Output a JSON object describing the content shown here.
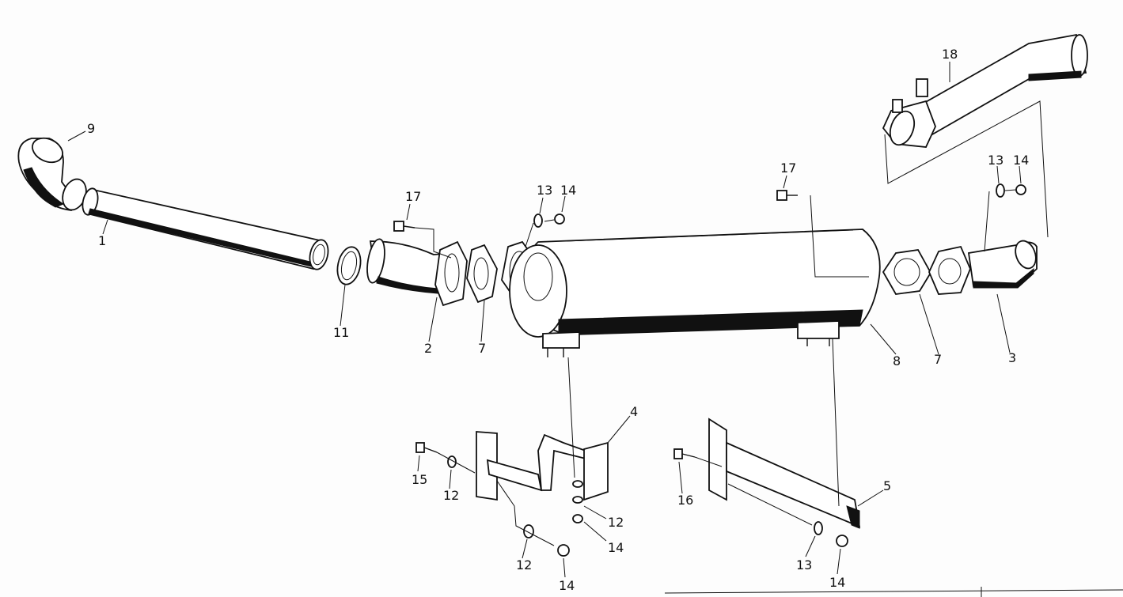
{
  "diagram": {
    "labels": {
      "l1": "1",
      "l2": "2",
      "l3": "3",
      "l4": "4",
      "l5": "5",
      "l7a": "7",
      "l7b": "7",
      "l8": "8",
      "l9": "9",
      "l11": "11",
      "l12a": "12",
      "l12b": "12",
      "l12c": "12",
      "l13a": "13",
      "l13b": "13",
      "l13c": "13",
      "l14a": "14",
      "l14b": "14",
      "l14c": "14",
      "l14d": "14",
      "l14e": "14",
      "l15": "15",
      "l16": "16",
      "l17a": "17",
      "l17b": "17",
      "l18": "18"
    }
  }
}
